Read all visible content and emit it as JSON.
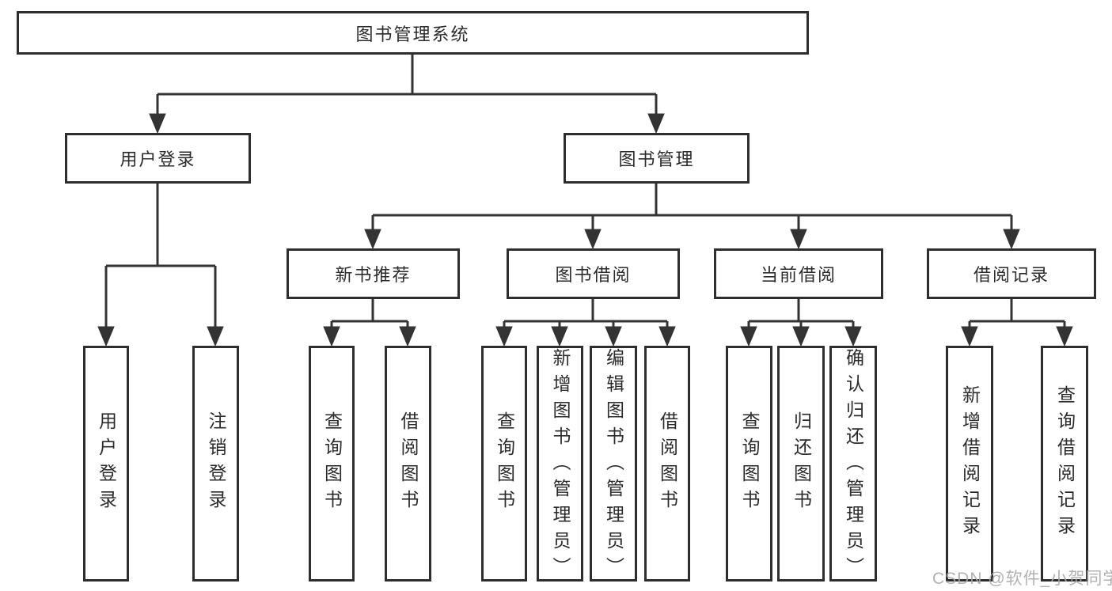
{
  "tree": {
    "root": {
      "label": "图书管理系统"
    },
    "branches": [
      {
        "label": "用户登录",
        "children": [
          {
            "label": "用户登录"
          },
          {
            "label": "注销登录"
          }
        ]
      },
      {
        "label": "图书管理",
        "children": [
          {
            "label": "新书推荐",
            "children": [
              {
                "label": "查询图书"
              },
              {
                "label": "借阅图书"
              }
            ]
          },
          {
            "label": "图书借阅",
            "children": [
              {
                "label": "查询图书"
              },
              {
                "label": "新增图书（管理员）"
              },
              {
                "label": "编辑图书（管理员）"
              },
              {
                "label": "借阅图书"
              }
            ]
          },
          {
            "label": "当前借阅",
            "children": [
              {
                "label": "查询图书"
              },
              {
                "label": "归还图书"
              },
              {
                "label": "确认归还（管理员）"
              }
            ]
          },
          {
            "label": "借阅记录",
            "children": [
              {
                "label": "新增借阅记录"
              },
              {
                "label": "查询借阅记录"
              }
            ]
          }
        ]
      }
    ]
  },
  "watermark": "CSDN @软件_小贺同学",
  "colors": {
    "line": "#333333",
    "box_border": "#2e2e2e",
    "text": "#2b2b2b",
    "background": "#ffffff",
    "watermark": "#a8a8a8"
  }
}
